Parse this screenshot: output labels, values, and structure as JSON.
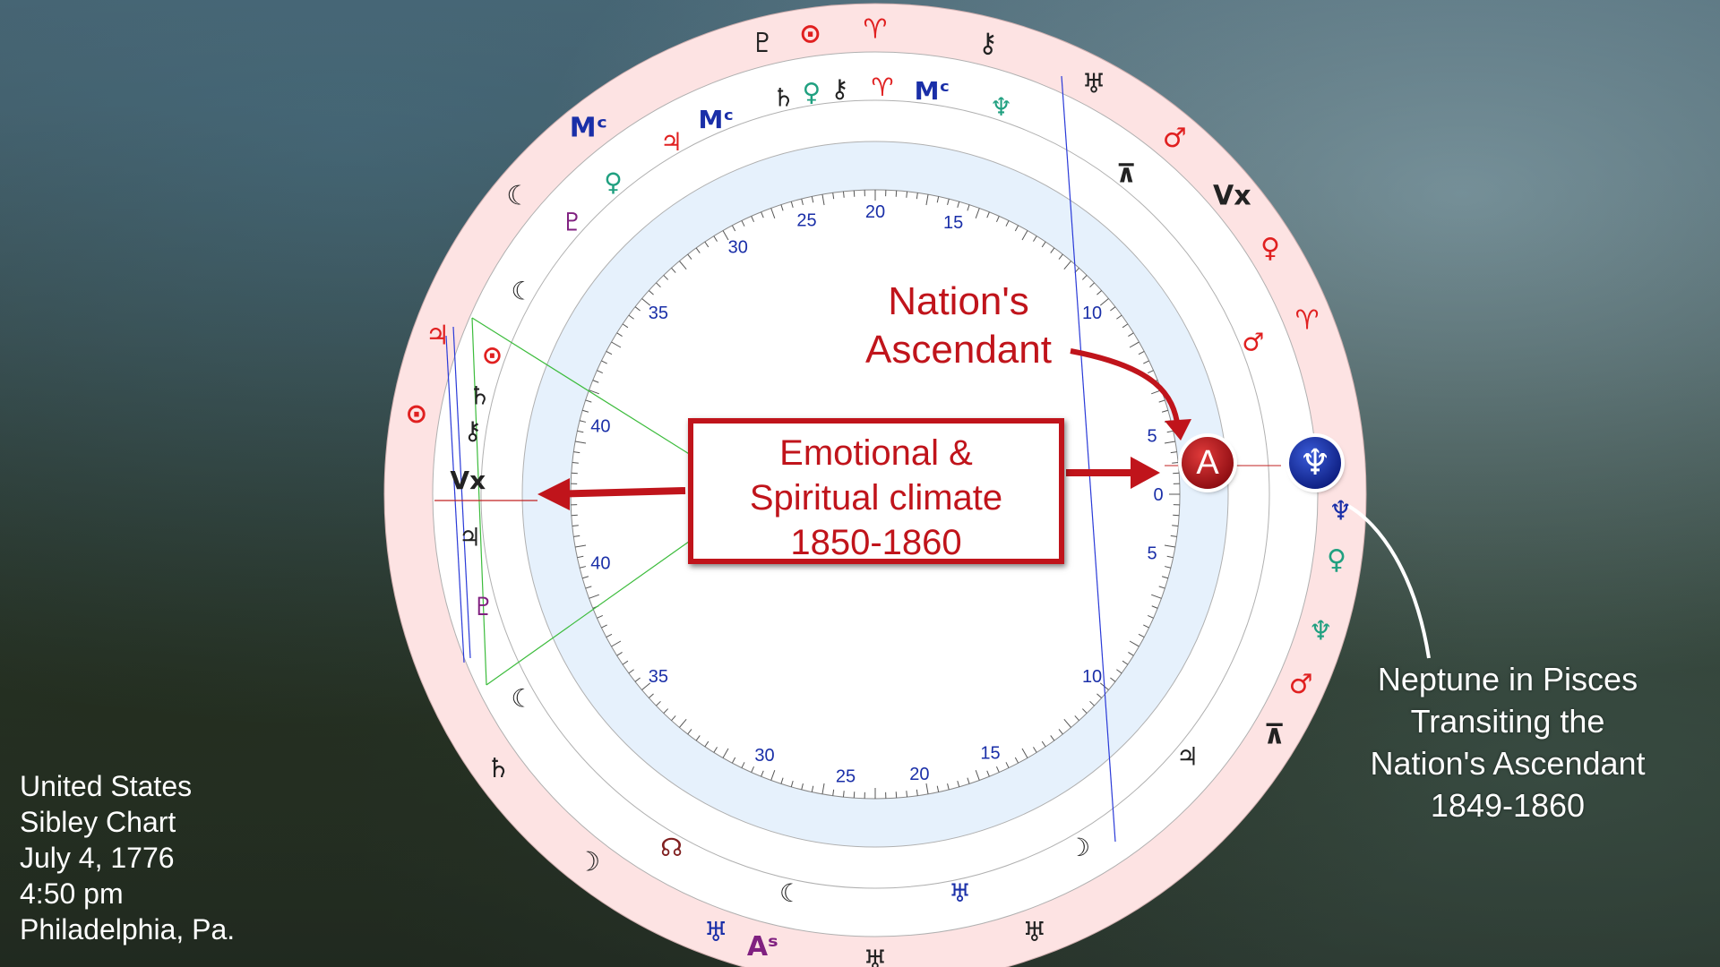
{
  "chart_info": {
    "lines": [
      "United States",
      "Sibley Chart",
      "July 4, 1776",
      "4:50 pm",
      "Philadelphia, Pa."
    ]
  },
  "labels": {
    "ascendant": [
      "Nation's",
      "Ascendant"
    ],
    "callout": [
      "Emotional &",
      "Spiritual climate",
      "1850-1860"
    ],
    "neptune_note": [
      "Neptune in Pisces",
      "Transiting the",
      "Nation's Ascendant",
      "1849-1860"
    ],
    "ascendant_badge": "A",
    "neptune_badge": "♆"
  },
  "colors": {
    "outer_ring": "#fde3e3",
    "inner_ring": "#e6f1fc",
    "callout_red": "#c0141b",
    "badge_red": "#a0141b",
    "badge_blue": "#1a2fa8"
  },
  "wheel": {
    "outer_ring_glyphs": [
      {
        "glyph": "♈",
        "angle": 90,
        "color": "#e02020"
      },
      {
        "glyph": "⚷",
        "angle": 76,
        "color": "#222"
      },
      {
        "glyph": "♅",
        "angle": 62,
        "color": "#222"
      },
      {
        "glyph": "♂",
        "angle": 50,
        "color": "#e02020"
      },
      {
        "glyph": "Vx",
        "angle": 40,
        "color": "#222"
      },
      {
        "glyph": "♀",
        "angle": 32,
        "color": "#e02020"
      },
      {
        "glyph": "♈",
        "angle": 22,
        "color": "#e02020"
      },
      {
        "glyph": "♆",
        "angle": -2,
        "color": "#1a2fa8"
      },
      {
        "glyph": "♀",
        "angle": -8,
        "color": "#20a080"
      },
      {
        "glyph": "♆",
        "angle": -17,
        "color": "#20a080"
      },
      {
        "glyph": "♂",
        "angle": -24,
        "color": "#e02020"
      },
      {
        "glyph": "⊼",
        "angle": -31,
        "color": "#222"
      },
      {
        "glyph": "♅",
        "angle": -70,
        "color": "#222"
      },
      {
        "glyph": "♅",
        "angle": -90,
        "color": "#222"
      },
      {
        "glyph": "Aˢ",
        "angle": -104,
        "color": "#802080"
      },
      {
        "glyph": "♅",
        "angle": -110,
        "color": "#1a2fa8"
      },
      {
        "glyph": "☽",
        "angle": -128,
        "color": "#222"
      },
      {
        "glyph": "♄",
        "angle": -144,
        "color": "#222"
      },
      {
        "glyph": "♃",
        "angle": -200,
        "color": "#e02020"
      },
      {
        "glyph": "⊙",
        "angle": -190,
        "color": "#e02020"
      },
      {
        "glyph": "Mᶜ",
        "angle": 128,
        "color": "#1a2fa8"
      },
      {
        "glyph": "☾",
        "angle": 140,
        "color": "#222"
      },
      {
        "glyph": "♇",
        "angle": 104,
        "color": "#222"
      },
      {
        "glyph": "⊙",
        "angle": 98,
        "color": "#e02020"
      }
    ],
    "middle_ring_glyphs": [
      {
        "glyph": "Mᶜ",
        "angle": 113,
        "color": "#1a2fa8"
      },
      {
        "glyph": "♄",
        "angle": 103,
        "color": "#222"
      },
      {
        "glyph": "⚷",
        "angle": 95,
        "color": "#222"
      },
      {
        "glyph": "♃",
        "angle": 120,
        "color": "#e02020"
      },
      {
        "glyph": "♀",
        "angle": 130,
        "color": "#20a080"
      },
      {
        "glyph": "♇",
        "angle": 138,
        "color": "#802080"
      },
      {
        "glyph": "☾",
        "angle": 150,
        "color": "#222"
      },
      {
        "glyph": "⊙",
        "angle": 160,
        "color": "#e02020"
      },
      {
        "glyph": "♄",
        "angle": 166,
        "color": "#222"
      },
      {
        "glyph": "⚷",
        "angle": 171,
        "color": "#222"
      },
      {
        "glyph": "Vx",
        "angle": 178,
        "color": "#222"
      },
      {
        "glyph": "♃",
        "angle": 186,
        "color": "#222"
      },
      {
        "glyph": "♇",
        "angle": 196,
        "color": "#802080"
      },
      {
        "glyph": "☾",
        "angle": 210,
        "color": "#222"
      },
      {
        "glyph": "☊",
        "angle": 240,
        "color": "#802020"
      },
      {
        "glyph": "☾",
        "angle": 258,
        "color": "#222"
      },
      {
        "glyph": "♅",
        "angle": 282,
        "color": "#1a2fa8"
      },
      {
        "glyph": "☽",
        "angle": 300,
        "color": "#222"
      },
      {
        "glyph": "♃",
        "angle": 320,
        "color": "#222"
      },
      {
        "glyph": "♂",
        "angle": 22,
        "color": "#e02020"
      },
      {
        "glyph": "♆",
        "angle": 72,
        "color": "#20a080"
      },
      {
        "glyph": "Mᶜ",
        "angle": 82,
        "color": "#1a2fa8"
      },
      {
        "glyph": "♈",
        "angle": 89,
        "color": "#e02020"
      },
      {
        "glyph": "♀",
        "angle": 99,
        "color": "#20a080"
      },
      {
        "glyph": "⊼",
        "angle": 52,
        "color": "#222"
      }
    ],
    "degree_labels": [
      {
        "text": "25",
        "angle": 104
      },
      {
        "text": "20",
        "angle": 90
      },
      {
        "text": "15",
        "angle": 74
      },
      {
        "text": "10",
        "angle": 40
      },
      {
        "text": "5",
        "angle": 12
      },
      {
        "text": "0",
        "angle": 0
      },
      {
        "text": "5",
        "angle": -12
      },
      {
        "text": "10",
        "angle": -40
      },
      {
        "text": "15",
        "angle": -66
      },
      {
        "text": "20",
        "angle": -81
      },
      {
        "text": "25",
        "angle": -96
      },
      {
        "text": "30",
        "angle": -113
      },
      {
        "text": "35",
        "angle": -140
      },
      {
        "text": "40",
        "angle": -166
      },
      {
        "text": "40",
        "angle": 166
      },
      {
        "text": "35",
        "angle": 140
      },
      {
        "text": "30",
        "angle": 119
      }
    ]
  }
}
